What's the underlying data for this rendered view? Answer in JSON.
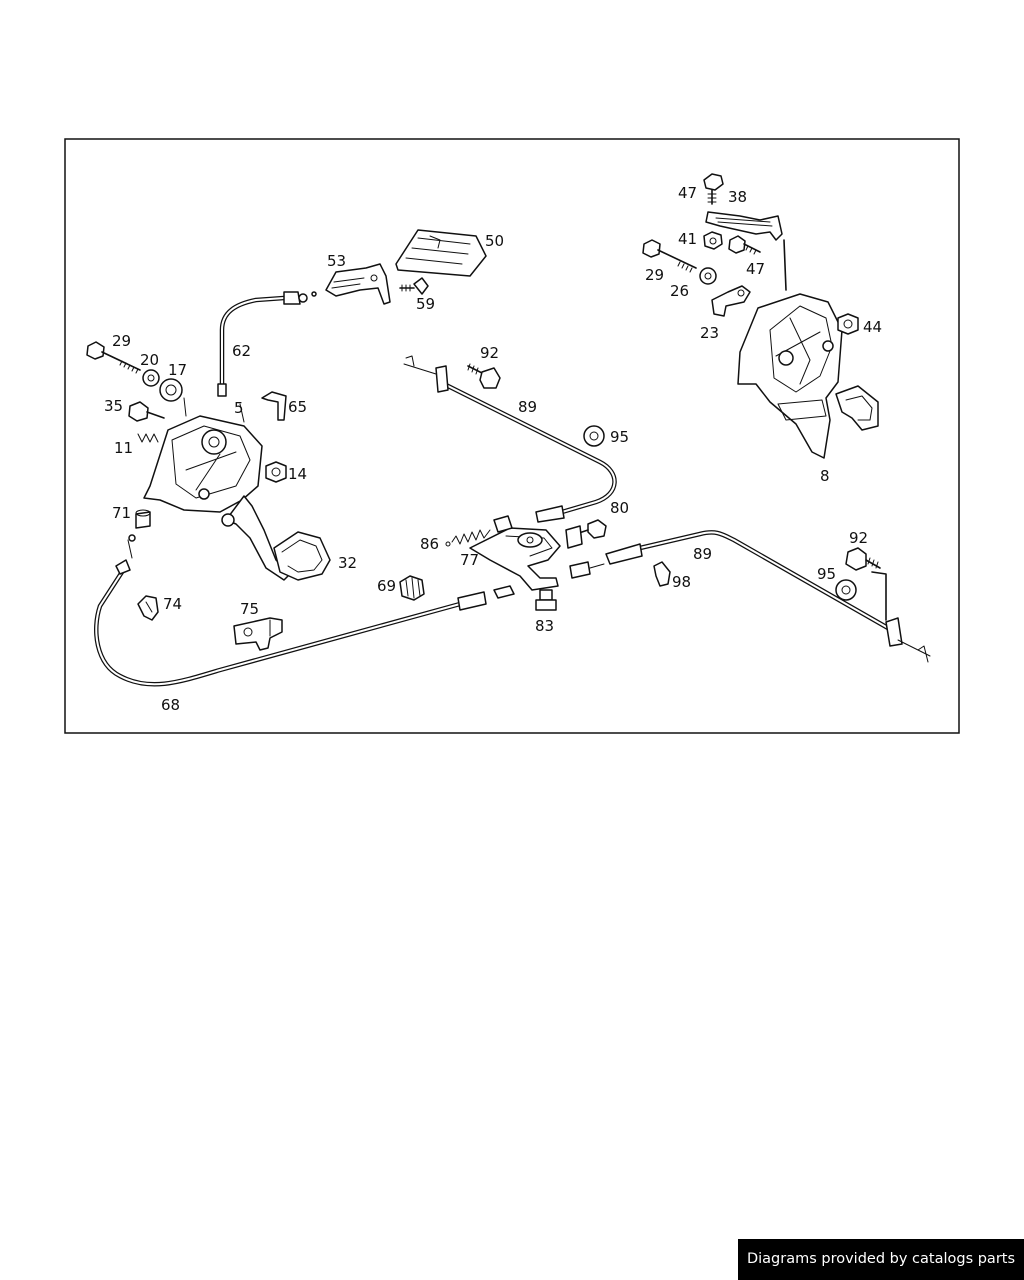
{
  "footer": {
    "credit": "Diagrams provided by catalogs parts"
  },
  "labels": {
    "p47a": "47",
    "p38": "38",
    "p41": "41",
    "p47b": "47",
    "p29a": "29",
    "p26": "26",
    "p23": "23",
    "p44": "44",
    "p8": "8",
    "p50": "50",
    "p53": "53",
    "p59": "59",
    "p62": "62",
    "p29b": "29",
    "p20": "20",
    "p17": "17",
    "p35": "35",
    "p5": "5",
    "p65": "65",
    "p11": "11",
    "p14": "14",
    "p71": "71",
    "p32": "32",
    "p92a": "92",
    "p89a": "89",
    "p95a": "95",
    "p80": "80",
    "p86": "86",
    "p77": "77",
    "p69": "69",
    "p83": "83",
    "p74": "74",
    "p75": "75",
    "p68": "68",
    "p89b": "89",
    "p92b": "92",
    "p95b": "95",
    "p98": "98"
  }
}
